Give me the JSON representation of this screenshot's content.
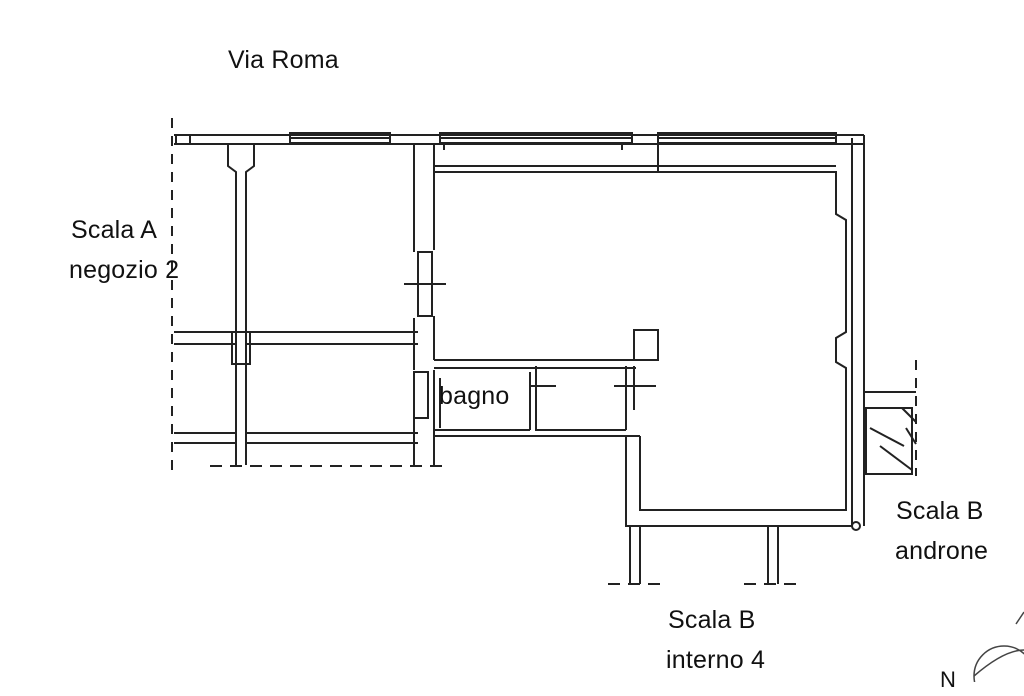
{
  "labels": {
    "street": "Via Roma",
    "stair_a": [
      "Scala A",
      "negozio 2"
    ],
    "bathroom": "bagno",
    "stair_b_hall": [
      "Scala B",
      "androne"
    ],
    "stair_b_unit": [
      "Scala B",
      "interno 4"
    ],
    "compass_north": "N"
  },
  "colors": {
    "background": "#ffffff",
    "wall_line": "#222222",
    "text": "#111111"
  }
}
